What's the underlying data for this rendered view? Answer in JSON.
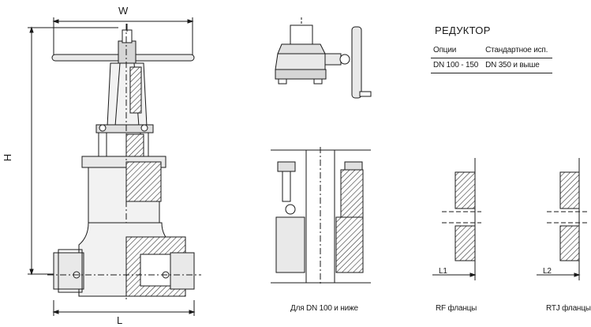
{
  "dimensions": {
    "width_label": "W",
    "height_label": "H",
    "length_label": "L",
    "l1_label": "L1",
    "l2_label": "L2"
  },
  "gearbox": {
    "title": "РЕДУКТОР",
    "table": {
      "headers": [
        "Опции",
        "Стандартное исп."
      ],
      "rows": [
        [
          "DN 100 - 150",
          "DN 350 и выше"
        ]
      ]
    }
  },
  "captions": {
    "small_dn": "Для DN 100 и ниже",
    "rf_flange": "RF фланцы",
    "rtj_flange": "RTJ фланцы"
  },
  "colors": {
    "line": "#1a1a1a",
    "fill_light": "#e9e9e9",
    "fill_mid": "#cfcfcf",
    "hatch": "#333333"
  }
}
